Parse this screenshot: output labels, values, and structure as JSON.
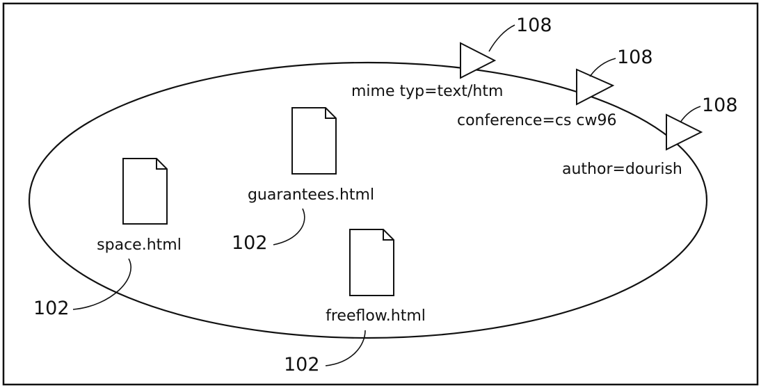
{
  "documents": [
    {
      "name": "space.html",
      "ref": "102"
    },
    {
      "name": "guarantees.html",
      "ref": "102"
    },
    {
      "name": "freeflow.html",
      "ref": "102"
    }
  ],
  "properties": [
    {
      "label": "mime typ=text/htm",
      "ref": "108"
    },
    {
      "label": "conference=cs cw96",
      "ref": "108"
    },
    {
      "label": "author=dourish",
      "ref": "108"
    }
  ]
}
